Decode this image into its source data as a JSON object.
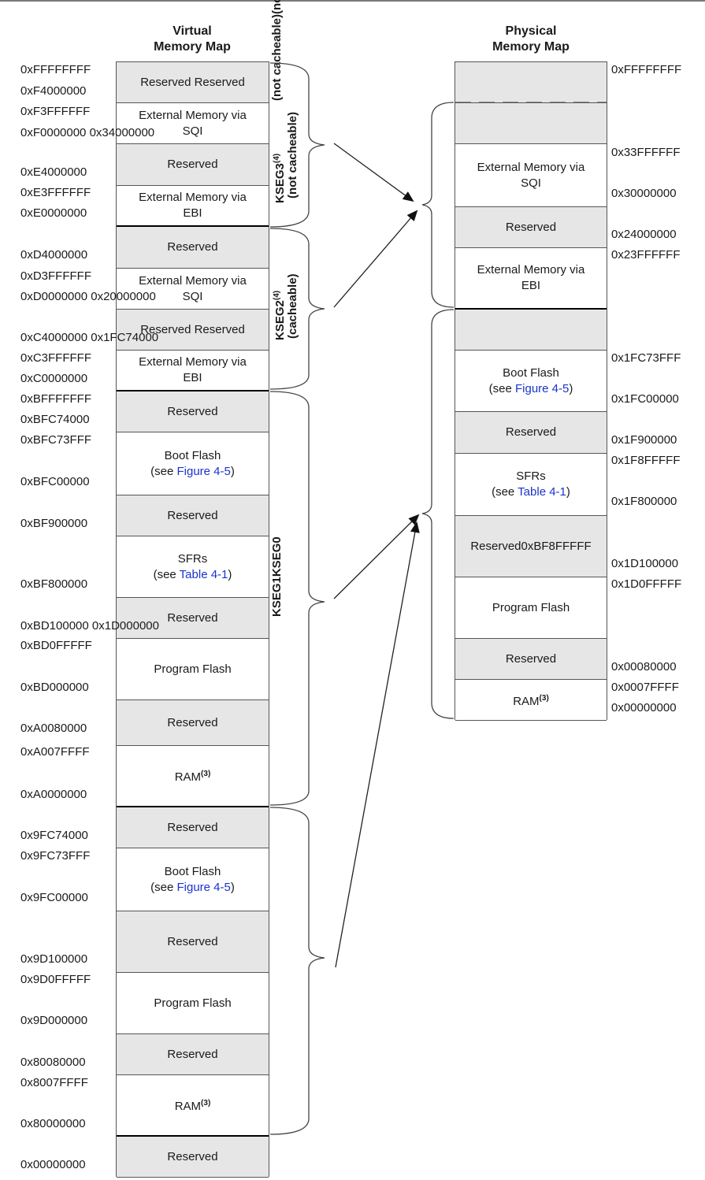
{
  "virtual": {
    "title": "Virtual\nMemory Map",
    "blocks": [
      {
        "text": "Reserved Reserved",
        "res": true
      },
      {
        "text": "External Memory via\nSQI",
        "res": false
      },
      {
        "text": "Reserved",
        "res": true
      },
      {
        "text": "External Memory via\nEBI",
        "res": false
      },
      {
        "text": "Reserved",
        "res": true
      },
      {
        "text": "External Memory via\nSQI",
        "res": false
      },
      {
        "text": "Reserved Reserved",
        "res": true
      },
      {
        "text": "External Memory via\nEBI",
        "res": false
      },
      {
        "text": "Reserved",
        "res": true
      },
      {
        "text": "Boot Flash\n(see ",
        "link": "Figure 4-5",
        "tail": ")",
        "res": false
      },
      {
        "text": "Reserved",
        "res": true
      },
      {
        "text": "SFRs\n(see ",
        "link": "Table 4-1",
        "tail": ")",
        "res": false
      },
      {
        "text": "Reserved",
        "res": true
      },
      {
        "text": "Program Flash",
        "res": false
      },
      {
        "text": "Reserved",
        "res": true
      },
      {
        "text": "RAM",
        "sup": "(3)",
        "res": false
      },
      {
        "text": "Reserved",
        "res": true
      },
      {
        "text": "Boot Flash\n(see ",
        "link": "Figure 4-5",
        "tail": ")",
        "res": false
      },
      {
        "text": "Reserved",
        "res": true
      },
      {
        "text": "Program Flash",
        "res": false
      },
      {
        "text": "Reserved",
        "res": true
      },
      {
        "text": "RAM",
        "sup": "(3)",
        "res": false
      },
      {
        "text": "Reserved",
        "res": true
      }
    ],
    "addresses": [
      "0xFFFFFFFF",
      "0xF4000000",
      "0xF3FFFFFF",
      "0xF0000000 0x34000000",
      "0xE4000000",
      "0xE3FFFFFF",
      "0xE0000000",
      "0xD4000000",
      "0xD3FFFFFF",
      "0xD0000000 0x20000000",
      "0xC4000000 0x1FC74000",
      "0xC3FFFFFF",
      "0xC0000000",
      "0xBFFFFFFF",
      "0xBFC74000",
      "0xBFC73FFF",
      "0xBFC00000",
      "0xBF900000",
      "0xBF800000",
      "0xBD100000 0x1D000000",
      "0xBD0FFFFF",
      "0xBD000000",
      "0xA0080000",
      "0xA007FFFF",
      "0xA0000000",
      "0x9FC74000",
      "0x9FC73FFF",
      "0x9FC00000",
      "0x9D100000",
      "0x9D0FFFFF",
      "0x9D000000",
      "0x80080000",
      "0x8007FFFF",
      "0x80000000",
      "0x00000000"
    ],
    "segments": {
      "kseg3": "KSEG3",
      "kseg3_sup": "(4)",
      "kseg3_sub": "(not cacheable)",
      "kseg3_top": "(not cacheable)(not cacheable)",
      "kseg2": "KSEG2",
      "kseg2_sup": "(4)",
      "kseg2_sub": "(cacheable)",
      "kseg10": "KSEG1KSEG0"
    }
  },
  "physical": {
    "title": "Physical\nMemory Map",
    "blocks": [
      {
        "text": "",
        "res": true
      },
      {
        "text": "",
        "res": true
      },
      {
        "text": "External Memory via\nSQI",
        "res": false
      },
      {
        "text": "Reserved",
        "res": true
      },
      {
        "text": "External Memory via\nEBI",
        "res": false
      },
      {
        "text": "",
        "res": true
      },
      {
        "text": "Boot Flash\n(see ",
        "link": "Figure 4-5",
        "tail": ")",
        "res": false
      },
      {
        "text": "Reserved",
        "res": true
      },
      {
        "text": "SFRs\n(see ",
        "link": "Table 4-1",
        "tail": ")",
        "res": false
      },
      {
        "text": "Reserved0xBF8FFFFF",
        "res": true
      },
      {
        "text": "Program Flash",
        "res": false
      },
      {
        "text": "Reserved",
        "res": true
      },
      {
        "text": "RAM",
        "sup": "(3)",
        "res": false
      }
    ],
    "addresses": [
      "0xFFFFFFFF",
      "0x33FFFFFF",
      "0x30000000",
      "0x24000000",
      "0x23FFFFFF",
      "0x1FC73FFF",
      "0x1FC00000",
      "0x1F900000",
      "0x1F8FFFFF",
      "0x1F800000",
      "0x1D100000",
      "0x1D0FFFFF",
      "0x00080000",
      "0x0007FFFF",
      "0x00000000"
    ]
  },
  "colors": {
    "reserved": "#e6e6e6",
    "link": "#1a33cc",
    "border": "#555555"
  }
}
